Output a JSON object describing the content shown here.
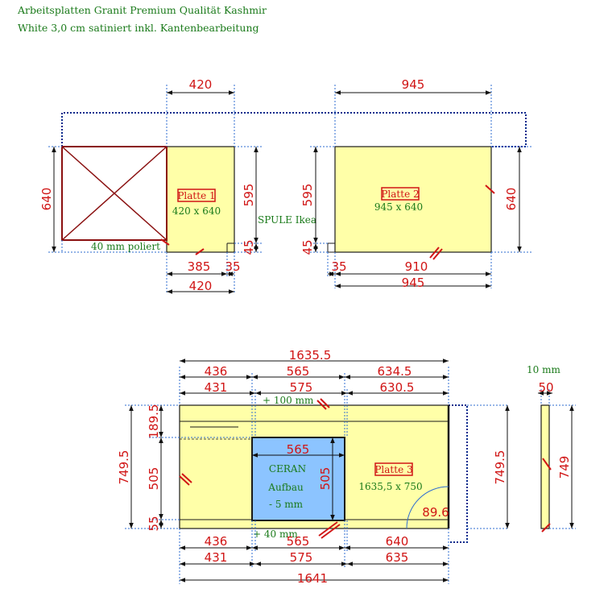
{
  "header": {
    "line1": "Arbeitsplatten Granit Premium Qualität Kashmir",
    "line2": "White 3,0 cm satiniert inkl. Kantenbearbeitung"
  },
  "colors": {
    "slab_fill": "#ffffa8",
    "outline": "#1a1a1a",
    "dim_line": "#2f6dd0",
    "dim_text": "#d01515",
    "label_green": "#1a7a1a",
    "cooktop_fill": "#8cc4ff",
    "dark_red": "#8a1010"
  },
  "platte1": {
    "title": "Platte 1",
    "size": "420 x 640",
    "note": "40 mm poliert",
    "dim_top": "420",
    "dim_left": "640",
    "dim_right_upper": "595",
    "dim_right_lower": "45",
    "dim_bottom_a": "385",
    "dim_bottom_b": "35",
    "dim_bottom_total": "420"
  },
  "spule_label": "SPULE Ikea",
  "platte2": {
    "title": "Platte 2",
    "size": "945 x 640",
    "dim_top": "945",
    "dim_left_upper": "595",
    "dim_left_lower": "45",
    "dim_right": "640",
    "dim_bottom_a": "35",
    "dim_bottom_b": "910",
    "dim_bottom_total": "945"
  },
  "platte3": {
    "title": "Platte 3",
    "size": "1635,5 x 750",
    "cooktop": {
      "line1": "CERAN",
      "line2": "Aufbau",
      "line3": "- 5 mm",
      "width": "565",
      "height": "505"
    },
    "note_top": "+ 100 mm",
    "note_bottom": "+ 40 mm",
    "dim_top_total": "1635.5",
    "dim_top_row1": [
      "436",
      "565",
      "634.5"
    ],
    "dim_top_row2": [
      "431",
      "575",
      "630.5"
    ],
    "dim_bottom_row1": [
      "436",
      "565",
      "640"
    ],
    "dim_bottom_row2": [
      "431",
      "575",
      "635"
    ],
    "dim_bottom_total": "1641",
    "dim_left_total": "749.5",
    "dim_left_parts": [
      "189.5",
      "505",
      "55"
    ],
    "dim_right": "749.5",
    "corner_radius": "89.6"
  },
  "edge_detail": {
    "label": "10 mm",
    "width": "50",
    "height": "749"
  }
}
